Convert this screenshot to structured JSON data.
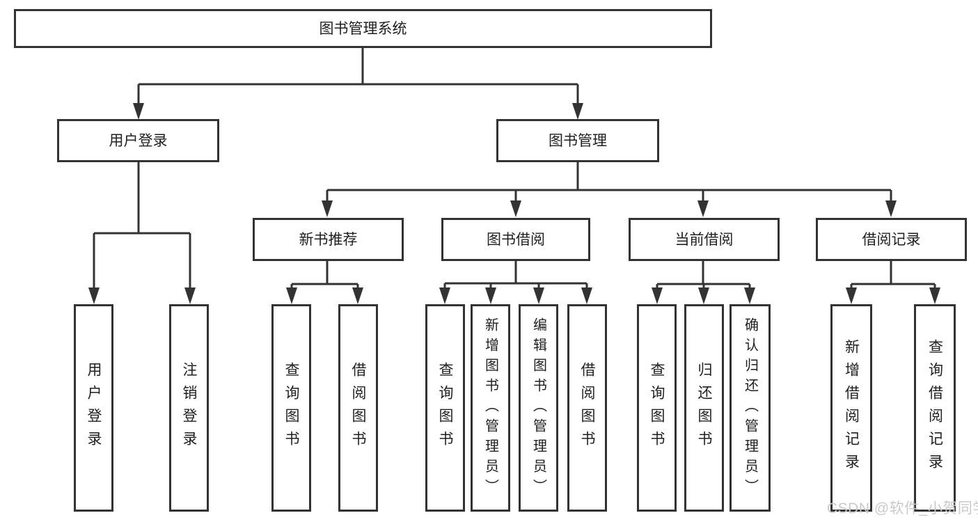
{
  "colors": {
    "line": "#333333",
    "box_border": "#333333",
    "box_background": "#ffffff",
    "text": "#1f1f1f",
    "watermark_text": "#c9c9c9",
    "page_background": "#ffffff"
  },
  "diagram": {
    "root": {
      "label": "图书管理系统"
    },
    "branches": {
      "user_login": {
        "label": "用户登录",
        "children": [
          {
            "label": "用户登录"
          },
          {
            "label": "注销登录"
          }
        ]
      },
      "book_mgmt": {
        "label": "图书管理",
        "children": {
          "new_book_rec": {
            "label": "新书推荐",
            "children": [
              {
                "label": "查询图书"
              },
              {
                "label": "借阅图书"
              }
            ]
          },
          "book_borrow": {
            "label": "图书借阅",
            "children": [
              {
                "label": "查询图书"
              },
              {
                "label": "新增图书（管理员）"
              },
              {
                "label": "编辑图书（管理员）"
              },
              {
                "label": "借阅图书"
              }
            ]
          },
          "current_borrow": {
            "label": "当前借阅",
            "children": [
              {
                "label": "查询图书"
              },
              {
                "label": "归还图书"
              },
              {
                "label": "确认归还（管理员）"
              }
            ]
          },
          "borrow_records": {
            "label": "借阅记录",
            "children": [
              {
                "label": "新增借阅记录"
              },
              {
                "label": "查询借阅记录"
              }
            ]
          }
        }
      }
    }
  },
  "watermark": {
    "text": "CSDN @软件_小贺同学"
  }
}
